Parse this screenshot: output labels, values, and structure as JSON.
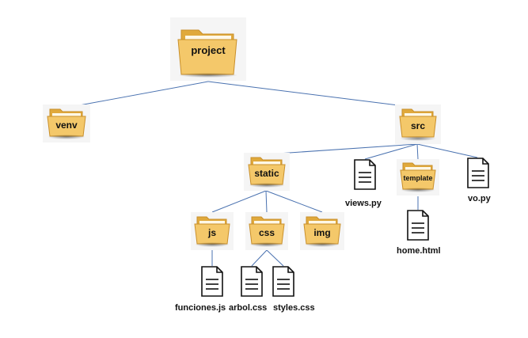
{
  "folders": {
    "project": "project",
    "venv": "venv",
    "src": "src",
    "static": "static",
    "template": "template",
    "js": "js",
    "css": "css",
    "img": "img"
  },
  "files": {
    "views": "views.py",
    "vo": "vo.py",
    "home": "home.html",
    "funciones": "funciones.js",
    "arbol": "arbol.css",
    "styles": "styles.css"
  },
  "colors": {
    "line": "#4a72b0",
    "folder_front": "#f4c86a",
    "folder_back": "#e0a93c",
    "folder_edge": "#c98f2a",
    "panel": "#f2f2f2"
  }
}
